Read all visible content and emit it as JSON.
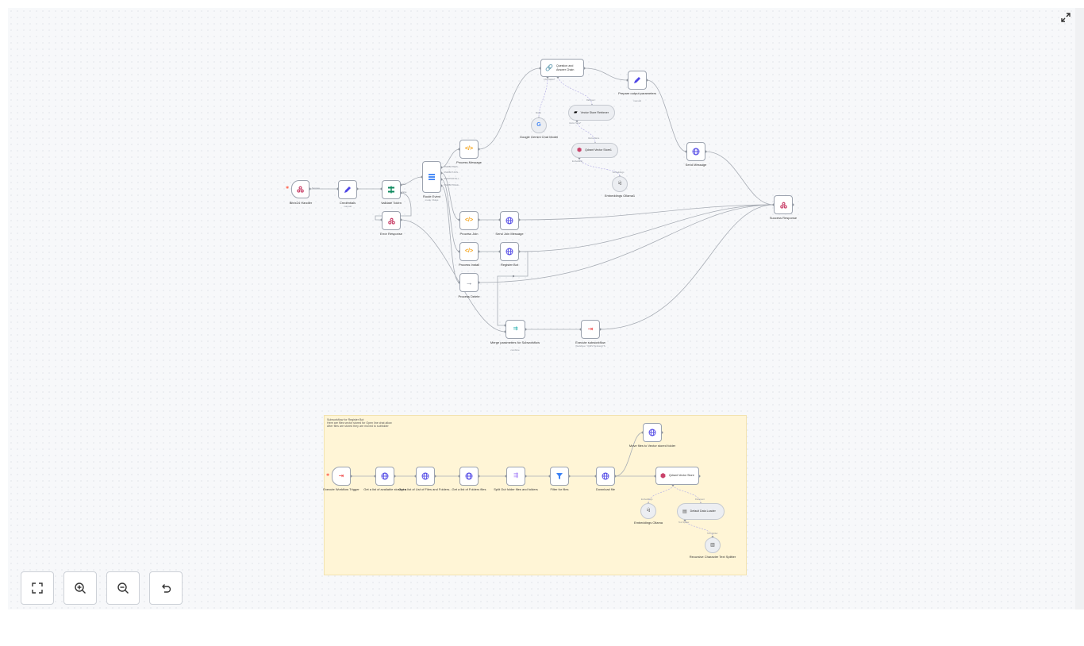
{
  "canvas": {
    "nodes": {
      "handler": {
        "label": "Bitrix24 Handler"
      },
      "credentials": {
        "label": "Credentials",
        "subtitle": "manual"
      },
      "validate": {
        "label": "Validate Token"
      },
      "error": {
        "label": "Error Response"
      },
      "route": {
        "label": "Route Event",
        "subtitle": "mode: Rules"
      },
      "process_message": {
        "label": "Process Message"
      },
      "process_join": {
        "label": "Process Join"
      },
      "process_install": {
        "label": "Process Install"
      },
      "process_delete": {
        "label": "Process Delete"
      },
      "send_join": {
        "label": "Send Join Message"
      },
      "register_bot": {
        "label": "Register Bot"
      },
      "qa_chain": {
        "label": "Question and Answer Chain"
      },
      "gemini": {
        "label": "Google Gemini Chat Model"
      },
      "retriever": {
        "label": "Vector Store Retriever"
      },
      "qdrant": {
        "label": "Qdrant Vector Store1"
      },
      "embeddings": {
        "label": "Embeddings Ollama1"
      },
      "prepare": {
        "label": "Prepare output parameters",
        "subtitle": "manual"
      },
      "send_message": {
        "label": "Send Message"
      },
      "success": {
        "label": "Success Response"
      },
      "merge": {
        "label": "Merge parameters for Subworkflow",
        "subtitle": "combine"
      },
      "execute": {
        "label": "Execute subworkflow",
        "subtitle": "Workflow: Yb6fV7G4LkAjYS"
      }
    },
    "ports": {
      "success": "Success",
      "true": "true",
      "false": "false",
      "route_outputs": [
        "ONIMBOTMES...",
        "ONIMBOTJOIN...",
        "ONAPPINSTALL...",
        "ONIMBOTDELE..."
      ],
      "chat_model": "Model",
      "retriever": "Retriever",
      "vector_store": "Vector Store",
      "embedding": "Embedding",
      "embeddings": "Embeddings",
      "document": "Document",
      "text_splitter": "Text Splitter",
      "chat_model_star": "Chat Model*",
      "vector_store_star": "Vector Store*"
    },
    "note": {
      "lines": [
        "Subworkflow for Register Bot",
        "Here are files vector stored for Open line chat allow",
        "After files are stored they are moved to subfolder"
      ]
    },
    "sub": {
      "trigger": "Execute Workflow Trigger",
      "storages": "Get a list of available storages",
      "folders": "Get a list of List of Files and Folders...",
      "files": "Get a list of Folders files",
      "split": "Split Out folder files and folders",
      "filter": "Filter for files",
      "download": "Download file",
      "move": "Move files to Vector stored folder",
      "qdrant": "Qdrant Vector Store",
      "embeddings": "Embeddings Ollama",
      "loader": "Default Data Loader",
      "splitter": "Recursive Character Text Splitter"
    }
  },
  "icons": {
    "webhook": "webhook-icon",
    "set": "pencil-icon",
    "if": "if-icon",
    "switch": "switch-icon",
    "code": "code-icon",
    "http": "globe-icon",
    "chain": "link-icon",
    "google": "google-icon",
    "delete": "arrow-right-icon",
    "merge": "merge-icon",
    "subworkflow": "execute-workflow-icon",
    "filter": "filter-icon",
    "expand": "expand-icon"
  },
  "colors": {
    "canvas": "#f7f8fa",
    "edge": "#9ca3af",
    "note": "#fff5d6",
    "trigger_bolt": "#ff6d5a",
    "webhook": "#c9426a",
    "code": "#f59e0b",
    "globe": "#4f46e5",
    "if_green": "#0f8a5f"
  }
}
